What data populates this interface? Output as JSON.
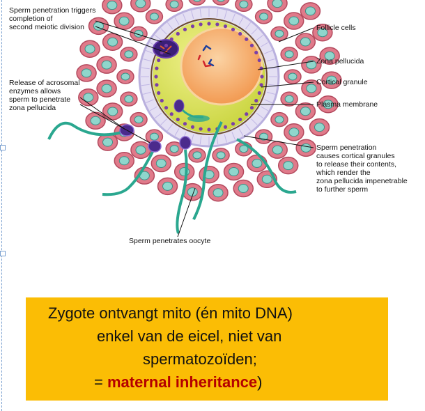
{
  "diagram": {
    "labels": {
      "sperm_triggers": "Sperm penetration triggers\ncompletion of\nsecond meiotic division",
      "acrosomal": "Release of acrosomal\nenzymes allows\nsperm to penetrate\nzona pellucida",
      "follicle_cells": "Follicle cells",
      "zona_pellucida": "Zona pellucida",
      "cortical_granule": "Cortical granule",
      "plasma_membrane": "Plasma membrane",
      "sperm_penetration": "Sperm penetration\ncauses cortical granules\nto release their contents,\nwhich render the\nzona pellucida impenetrable\nto further sperm",
      "sperm_penetrates_oocyte": "Sperm penetrates oocyte"
    },
    "colors": {
      "follicle_cell": "#e07a8a",
      "follicle_nucleus": "#8fd6cc",
      "zona": "#d9d4ee",
      "cytoplasm": "#dce85a",
      "nucleus": "#f6b673",
      "sperm_head": "#4b2a8c",
      "sperm_tail": "#2aa78f"
    }
  },
  "callout": {
    "line1": "Zygote ontvangt mito (én mito DNA)",
    "line2": "enkel van de eicel, niet van",
    "line3": "spermatozoïden;",
    "line4_prefix": "= ",
    "line4_highlight": "maternal inheritance",
    "line4_suffix": ")"
  }
}
